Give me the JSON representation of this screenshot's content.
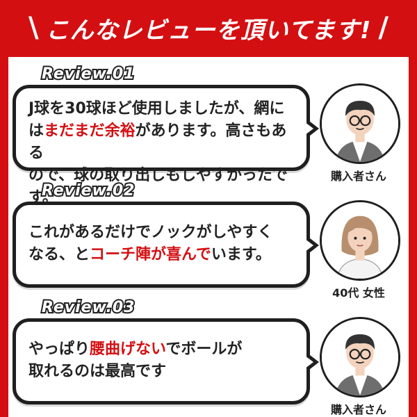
{
  "header": {
    "title": "こんなレビューを頂いてます!"
  },
  "reviews": [
    {
      "tag": "Review.01",
      "lines": [
        [
          {
            "t": "J球を30球ほど使用しましたが、網に",
            "red": false
          }
        ],
        [
          {
            "t": "は",
            "red": false
          },
          {
            "t": "まだまだ余裕",
            "red": true
          },
          {
            "t": "があります。高さもある",
            "red": false
          }
        ],
        [
          {
            "t": "ので、球の取り出しもしやすかったです。",
            "red": false
          }
        ]
      ],
      "reviewer": "購入者さん",
      "avatar": "man-glasses-avatar"
    },
    {
      "tag": "Review.02",
      "lines": [
        [
          {
            "t": "これがあるだけでノックがしやすく",
            "red": false
          }
        ],
        [
          {
            "t": "なる、と",
            "red": false
          },
          {
            "t": "コーチ陣が喜んで",
            "red": true
          },
          {
            "t": "います。",
            "red": false
          }
        ]
      ],
      "reviewer": "40代 女性",
      "avatar": "woman-avatar"
    },
    {
      "tag": "Review.03",
      "lines": [
        [
          {
            "t": "やっぱり",
            "red": false
          },
          {
            "t": "腰曲げない",
            "red": true
          },
          {
            "t": "でボールが",
            "red": false
          }
        ],
        [
          {
            "t": "取れるのは最高です",
            "red": false
          }
        ]
      ],
      "reviewer": "購入者さん",
      "avatar": "man-glasses-avatar"
    }
  ],
  "colors": {
    "accent": "#d40f12",
    "ink": "#1f1f1f"
  }
}
